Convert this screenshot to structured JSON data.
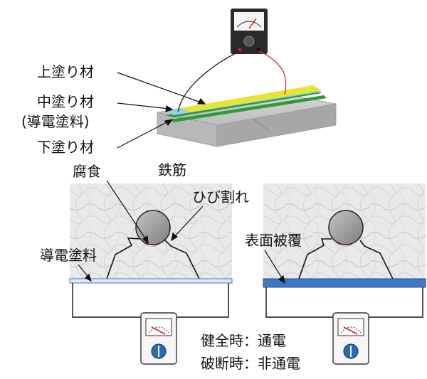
{
  "labels": {
    "top_coat": "上塗り材",
    "middle_coat": "中塗り材",
    "conductive_paint_paren": "(導電塗料)",
    "bottom_coat": "下塗り材",
    "rebar": "鉄筋",
    "corrosion": "腐食",
    "crack": "ひび割れ",
    "conductive_paint": "導電塗料",
    "surface_coating": "表面被覆",
    "healthy_state": "健全時：通電",
    "broken_state": "破断時：非通電"
  },
  "colors": {
    "top_coat": "#e8e437",
    "middle_coat": "#8fd3ea",
    "bottom_coat": "#2f9a3a",
    "concrete": "#e6e6e6",
    "rebar": "#9a9a9a",
    "corrosion": "#b0141a",
    "surface_blue": "#3c78c4",
    "meter_face": "#2b6cb0",
    "meter_needle": "#d62020",
    "wire_red": "#d22a2a"
  },
  "icons": [
    "multimeter-icon",
    "gauge-icon"
  ]
}
